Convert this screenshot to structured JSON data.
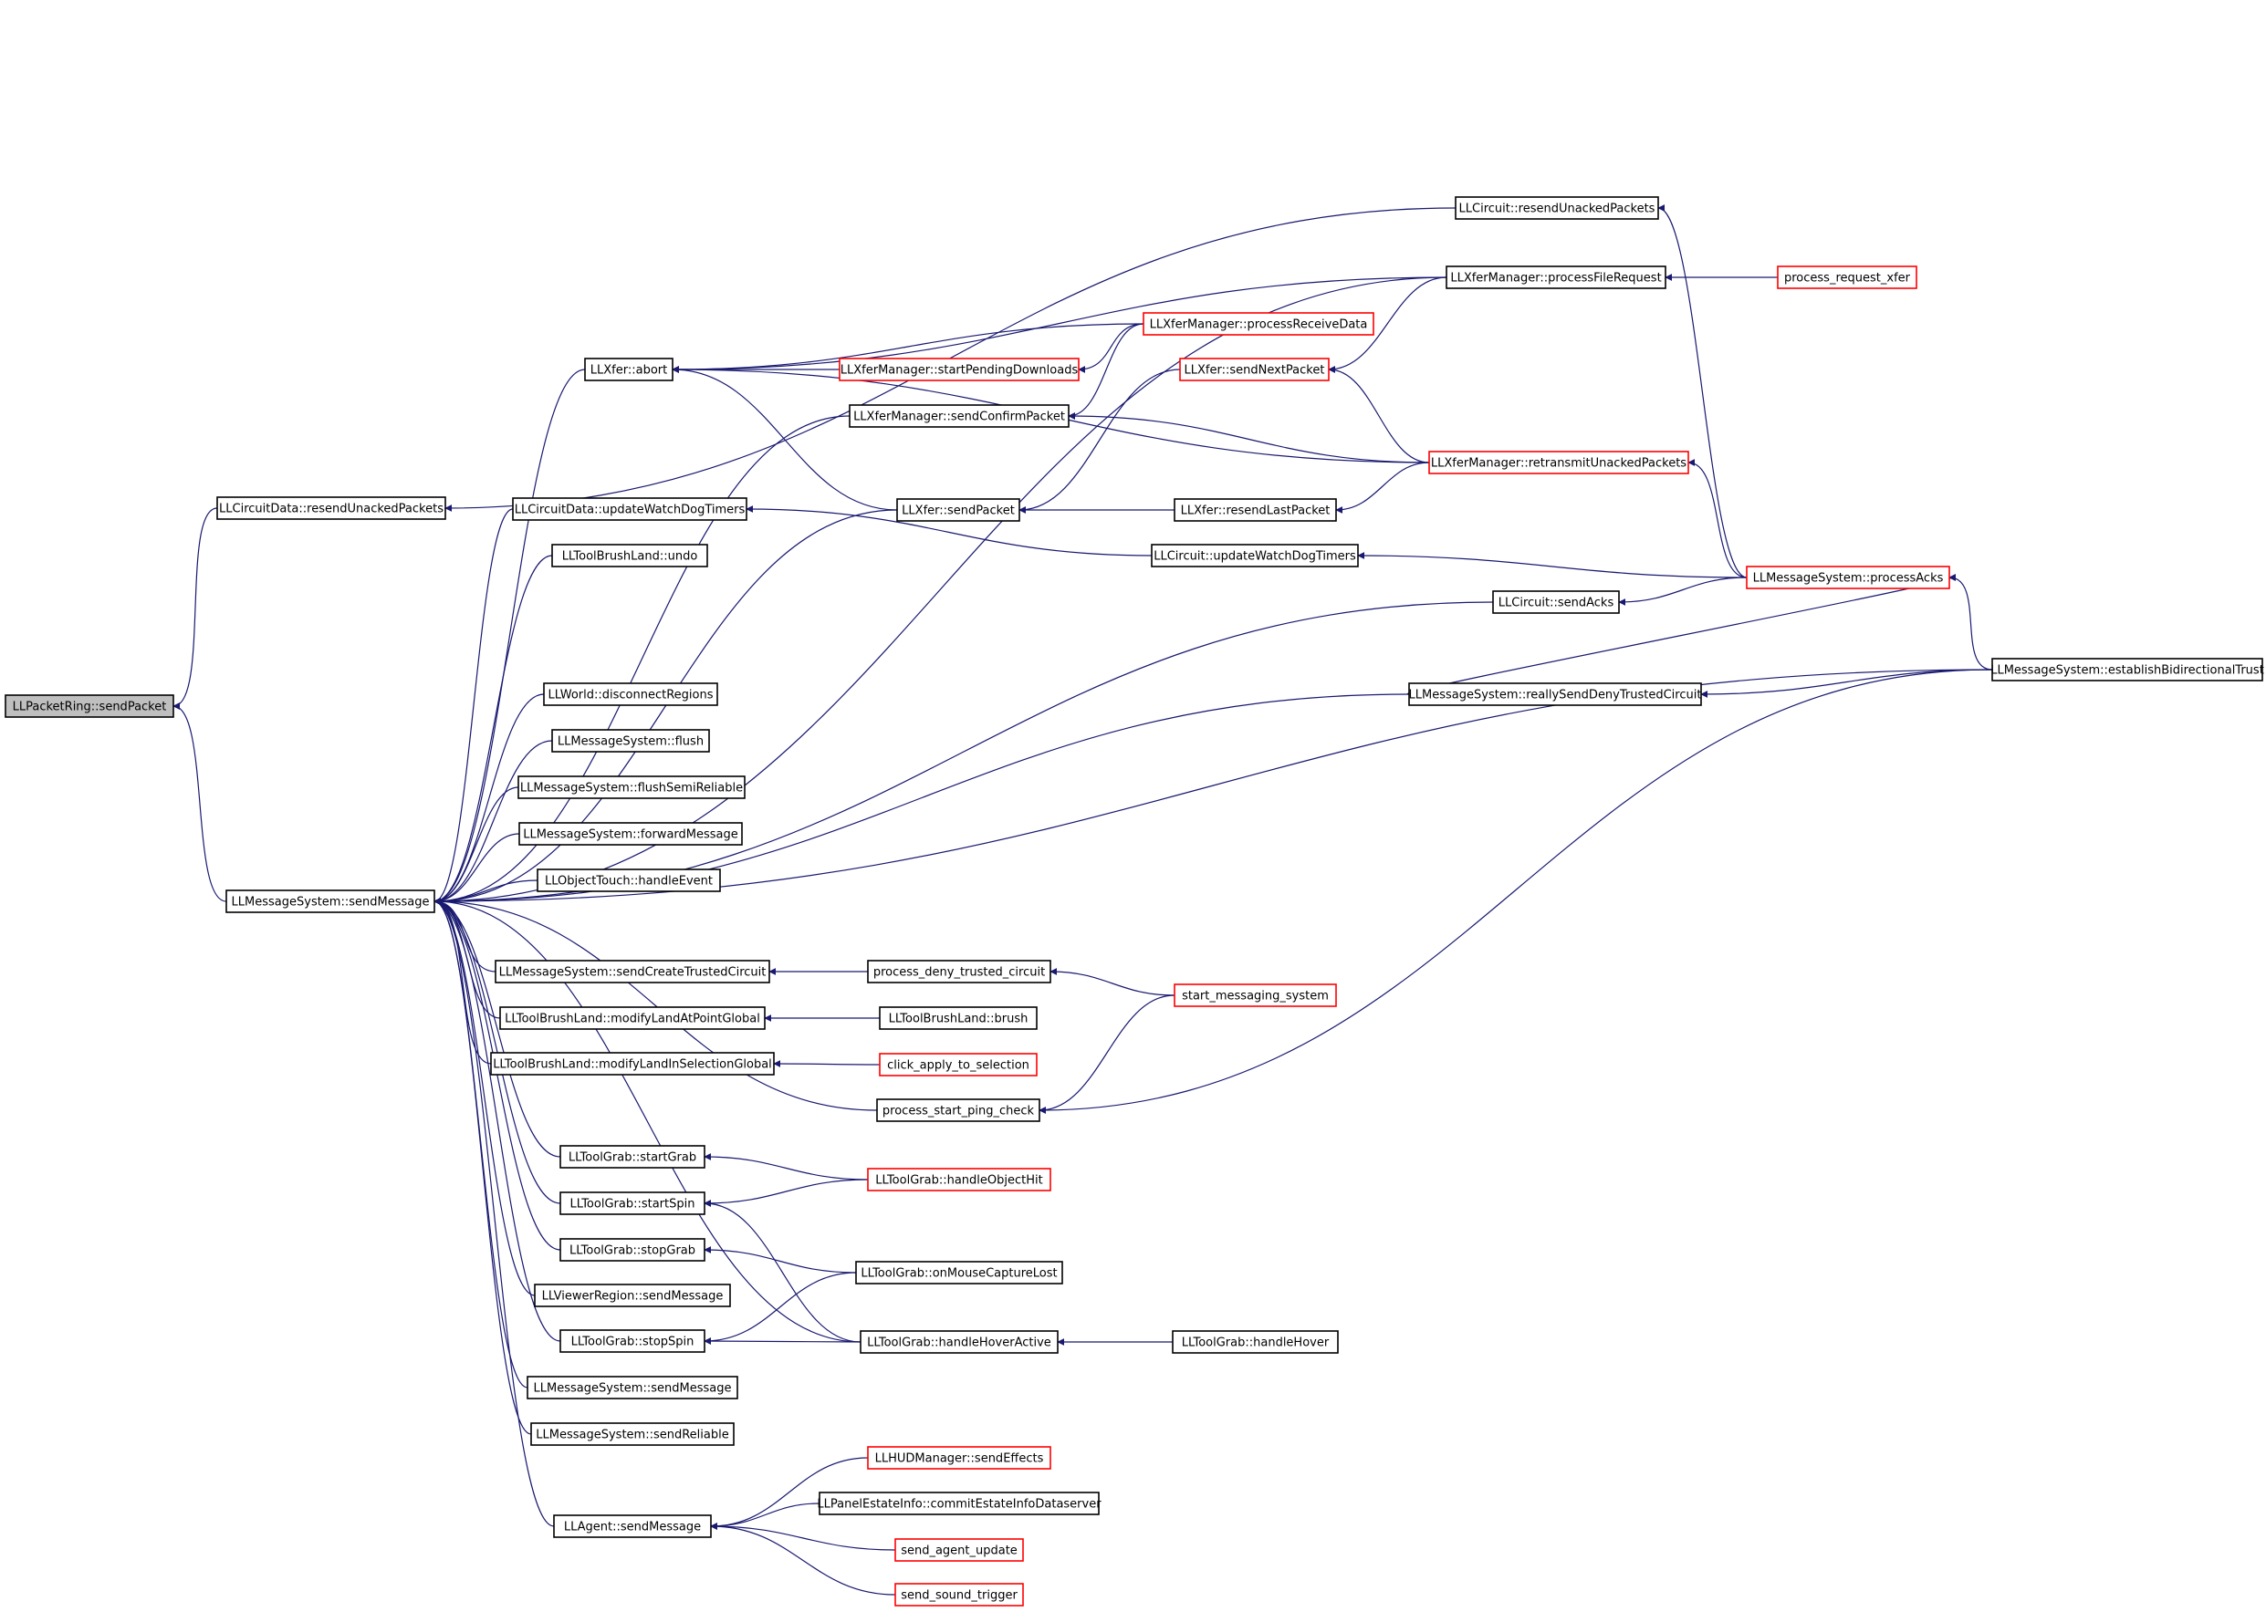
{
  "colors": {
    "edge": "#191970",
    "border_normal": "#000000",
    "border_truncated": "#ff0000",
    "root_fill": "#bfbfbf"
  },
  "nodes": [
    {
      "id": "n00",
      "label": "LLPacketRing::sendPacket",
      "style": "root"
    },
    {
      "id": "n01",
      "label": "LLCircuitData::resendUnackedPackets",
      "style": "black"
    },
    {
      "id": "n02",
      "label": "LLMessageSystem::sendMessage",
      "style": "black"
    },
    {
      "id": "n03",
      "label": "LLCircuit::resendUnackedPackets",
      "style": "black"
    },
    {
      "id": "n04",
      "label": "LLXferManager::processFileRequest",
      "style": "black"
    },
    {
      "id": "n05",
      "label": "process_request_xfer",
      "style": "red"
    },
    {
      "id": "n06",
      "label": "LLXfer::abort",
      "style": "black"
    },
    {
      "id": "n07",
      "label": "LLXferManager::processReceiveData",
      "style": "red"
    },
    {
      "id": "n08",
      "label": "LLXferManager::startPendingDownloads",
      "style": "red"
    },
    {
      "id": "n09",
      "label": "LLXfer::sendNextPacket",
      "style": "red"
    },
    {
      "id": "n10",
      "label": "LLXferManager::sendConfirmPacket",
      "style": "black"
    },
    {
      "id": "n11",
      "label": "LLXferManager::retransmitUnackedPackets",
      "style": "red"
    },
    {
      "id": "n12",
      "label": "LLCircuitData::updateWatchDogTimers",
      "style": "black"
    },
    {
      "id": "n13",
      "label": "LLXfer::sendPacket",
      "style": "black"
    },
    {
      "id": "n14",
      "label": "LLXfer::resendLastPacket",
      "style": "black"
    },
    {
      "id": "n15",
      "label": "LLToolBrushLand::undo",
      "style": "black"
    },
    {
      "id": "n16",
      "label": "LLCircuit::updateWatchDogTimers",
      "style": "black"
    },
    {
      "id": "n17",
      "label": "LLMessageSystem::processAcks",
      "style": "red"
    },
    {
      "id": "n18",
      "label": "LLCircuit::sendAcks",
      "style": "black"
    },
    {
      "id": "n19",
      "label": "LLMessageSystem::establishBidirectionalTrust",
      "style": "black"
    },
    {
      "id": "n20",
      "label": "LLWorld::disconnectRegions",
      "style": "black"
    },
    {
      "id": "n21",
      "label": "LLMessageSystem::reallySendDenyTrustedCircuit",
      "style": "black"
    },
    {
      "id": "n22",
      "label": "LLMessageSystem::flush",
      "style": "black"
    },
    {
      "id": "n23",
      "label": "LLMessageSystem::flushSemiReliable",
      "style": "black"
    },
    {
      "id": "n24",
      "label": "LLMessageSystem::forwardMessage",
      "style": "black"
    },
    {
      "id": "n25",
      "label": "LLObjectTouch::handleEvent",
      "style": "black"
    },
    {
      "id": "n26",
      "label": "LLMessageSystem::sendCreateTrustedCircuit",
      "style": "black"
    },
    {
      "id": "n27",
      "label": "process_deny_trusted_circuit",
      "style": "black"
    },
    {
      "id": "n28",
      "label": "start_messaging_system",
      "style": "red"
    },
    {
      "id": "n29",
      "label": "LLToolBrushLand::modifyLandAtPointGlobal",
      "style": "black"
    },
    {
      "id": "n30",
      "label": "LLToolBrushLand::brush",
      "style": "black"
    },
    {
      "id": "n31",
      "label": "LLToolBrushLand::modifyLandInSelectionGlobal",
      "style": "black"
    },
    {
      "id": "n32",
      "label": "click_apply_to_selection",
      "style": "red"
    },
    {
      "id": "n33",
      "label": "process_start_ping_check",
      "style": "black"
    },
    {
      "id": "n34",
      "label": "LLToolGrab::startGrab",
      "style": "black"
    },
    {
      "id": "n35",
      "label": "LLToolGrab::handleObjectHit",
      "style": "red"
    },
    {
      "id": "n36",
      "label": "LLToolGrab::startSpin",
      "style": "black"
    },
    {
      "id": "n37",
      "label": "LLToolGrab::stopGrab",
      "style": "black"
    },
    {
      "id": "n38",
      "label": "LLToolGrab::onMouseCaptureLost",
      "style": "black"
    },
    {
      "id": "n39",
      "label": "LLViewerRegion::sendMessage",
      "style": "black"
    },
    {
      "id": "n40",
      "label": "LLToolGrab::stopSpin",
      "style": "black"
    },
    {
      "id": "n41",
      "label": "LLToolGrab::handleHoverActive",
      "style": "black"
    },
    {
      "id": "n42",
      "label": "LLToolGrab::handleHover",
      "style": "black"
    },
    {
      "id": "n43",
      "label": "LLMessageSystem::sendMessage",
      "style": "black"
    },
    {
      "id": "n44",
      "label": "LLMessageSystem::sendReliable",
      "style": "black"
    },
    {
      "id": "n45",
      "label": "LLHUDManager::sendEffects",
      "style": "red"
    },
    {
      "id": "n46",
      "label": "LLPanelEstateInfo::commitEstateInfoDataserver",
      "style": "black"
    },
    {
      "id": "n47",
      "label": "LLAgent::sendMessage",
      "style": "black"
    },
    {
      "id": "n48",
      "label": "send_agent_update",
      "style": "red"
    },
    {
      "id": "n49",
      "label": "send_sound_trigger",
      "style": "red"
    }
  ],
  "edges": [
    [
      "n01",
      "n00"
    ],
    [
      "n02",
      "n00"
    ],
    [
      "n03",
      "n01"
    ],
    [
      "n17",
      "n03"
    ],
    [
      "n05",
      "n04"
    ],
    [
      "n04",
      "n02"
    ],
    [
      "n06",
      "n02"
    ],
    [
      "n10",
      "n02"
    ],
    [
      "n13",
      "n02"
    ],
    [
      "n12",
      "n02"
    ],
    [
      "n15",
      "n02"
    ],
    [
      "n18",
      "n02"
    ],
    [
      "n19",
      "n02"
    ],
    [
      "n20",
      "n02"
    ],
    [
      "n21",
      "n02"
    ],
    [
      "n22",
      "n02"
    ],
    [
      "n23",
      "n02"
    ],
    [
      "n24",
      "n02"
    ],
    [
      "n25",
      "n02"
    ],
    [
      "n26",
      "n02"
    ],
    [
      "n29",
      "n02"
    ],
    [
      "n31",
      "n02"
    ],
    [
      "n33",
      "n02"
    ],
    [
      "n34",
      "n02"
    ],
    [
      "n36",
      "n02"
    ],
    [
      "n37",
      "n02"
    ],
    [
      "n39",
      "n02"
    ],
    [
      "n40",
      "n02"
    ],
    [
      "n41",
      "n02"
    ],
    [
      "n43",
      "n02"
    ],
    [
      "n44",
      "n02"
    ],
    [
      "n47",
      "n02"
    ],
    [
      "n04",
      "n06"
    ],
    [
      "n07",
      "n06"
    ],
    [
      "n08",
      "n06"
    ],
    [
      "n11",
      "n06"
    ],
    [
      "n13",
      "n06"
    ],
    [
      "n07",
      "n08"
    ],
    [
      "n04",
      "n09"
    ],
    [
      "n11",
      "n09"
    ],
    [
      "n07",
      "n10"
    ],
    [
      "n11",
      "n10"
    ],
    [
      "n09",
      "n13"
    ],
    [
      "n14",
      "n13"
    ],
    [
      "n11",
      "n14"
    ],
    [
      "n17",
      "n11"
    ],
    [
      "n16",
      "n12"
    ],
    [
      "n17",
      "n16"
    ],
    [
      "n17",
      "n18"
    ],
    [
      "n19",
      "n17"
    ],
    [
      "n21",
      "n17"
    ],
    [
      "n19",
      "n21"
    ],
    [
      "n27",
      "n26"
    ],
    [
      "n28",
      "n27"
    ],
    [
      "n30",
      "n29"
    ],
    [
      "n32",
      "n31"
    ],
    [
      "n28",
      "n33"
    ],
    [
      "n19",
      "n33"
    ],
    [
      "n35",
      "n34"
    ],
    [
      "n35",
      "n36"
    ],
    [
      "n41",
      "n36"
    ],
    [
      "n38",
      "n37"
    ],
    [
      "n38",
      "n40"
    ],
    [
      "n41",
      "n40"
    ],
    [
      "n42",
      "n41"
    ],
    [
      "n45",
      "n47"
    ],
    [
      "n46",
      "n47"
    ],
    [
      "n48",
      "n47"
    ],
    [
      "n49",
      "n47"
    ]
  ]
}
